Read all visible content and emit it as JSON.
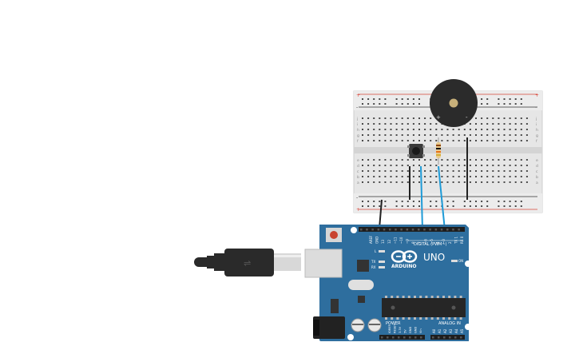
{
  "canvas": {
    "background": "#ffffff"
  },
  "breadboard": {
    "color": "#e6e6e6",
    "rail_positive_color": "#d9463a",
    "rail_negative_color": "#333333",
    "row_letters_top": [
      "j",
      "i",
      "h",
      "g",
      "f"
    ],
    "row_letters_bottom": [
      "e",
      "d",
      "c",
      "b",
      "a"
    ],
    "rail_plus": "+",
    "rail_minus": "-"
  },
  "buzzer": {
    "plus_label": "+",
    "minus_label": "-",
    "body_color": "#2b2b2b",
    "center_color": "#c8b07a"
  },
  "resistor": {
    "band_colors": [
      "#8b4513",
      "#111111",
      "#e8731b",
      "#d4af37"
    ]
  },
  "pushbutton": {
    "body_color": "#3a3a3a"
  },
  "wires": {
    "signal_color": "#1e9bd7",
    "ground_color": "#222222"
  },
  "arduino": {
    "board_color": "#2e6e9e",
    "brand": "ARDUINO",
    "model": "UNO",
    "digital_label": "DIGITAL (PWM~)",
    "power_label": "POWER",
    "analog_label": "ANALOG IN",
    "on_label": "ON",
    "tx_label": "TX",
    "rx_label": "RX",
    "l_label": "L",
    "aref_label": "AREF",
    "gnd_label": "GND",
    "digital_pins": [
      "13",
      "12",
      "~11",
      "~10",
      "~9",
      "8",
      "7",
      "~6",
      "~5",
      "4",
      "~3",
      "2",
      "TX 1",
      "RX 0"
    ],
    "power_pins": [
      "IOREF",
      "RESET",
      "3.3V",
      "5V",
      "GND",
      "GND",
      "Vin"
    ],
    "analog_pins": [
      "A0",
      "A1",
      "A2",
      "A3",
      "A4",
      "A5"
    ]
  },
  "usb_cable": {
    "color": "#2a2a2a"
  }
}
